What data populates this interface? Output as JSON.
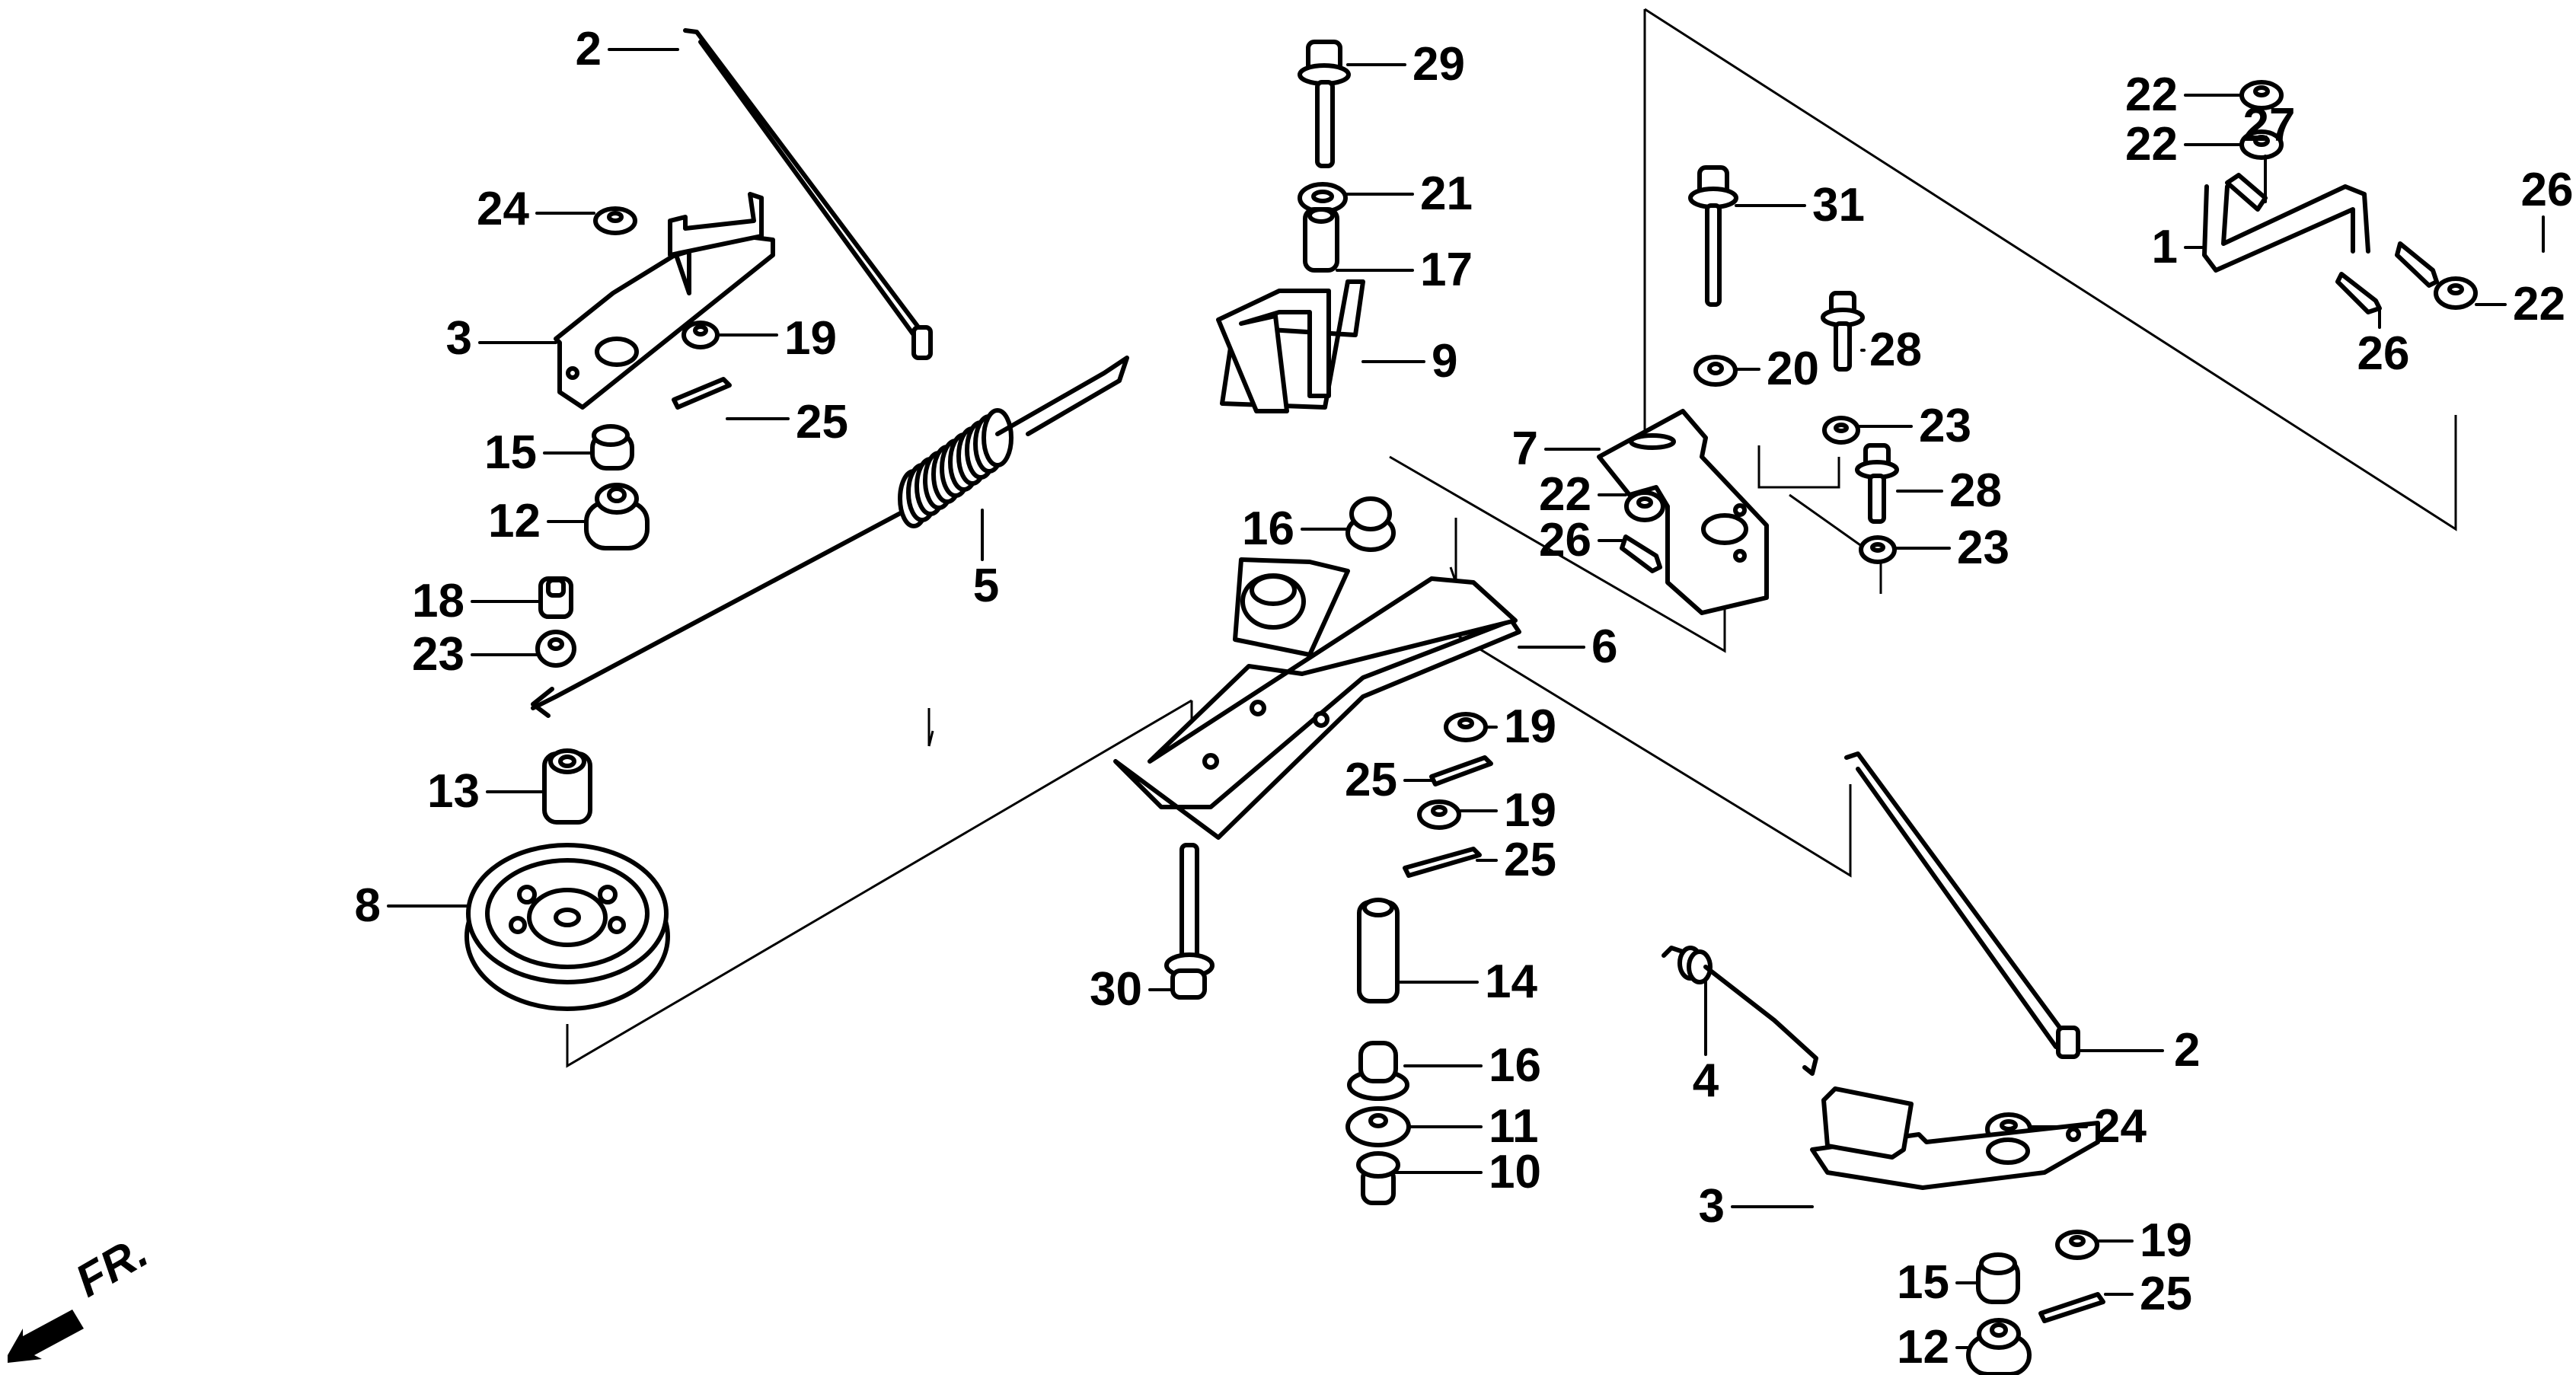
{
  "diagram": {
    "type": "exploded parts diagram",
    "direction_indicator": {
      "label": "FR.",
      "icon": "front-direction-arrow-icon"
    },
    "callouts": [
      {
        "ref": "2",
        "part": "rod (upper left)"
      },
      {
        "ref": "24",
        "part": "washer"
      },
      {
        "ref": "3",
        "part": "bracket (upper left)"
      },
      {
        "ref": "19",
        "part": "washer"
      },
      {
        "ref": "25",
        "part": "cotter pin"
      },
      {
        "ref": "15",
        "part": "collar"
      },
      {
        "ref": "12",
        "part": "bushing"
      },
      {
        "ref": "18",
        "part": "nut"
      },
      {
        "ref": "23",
        "part": "washer"
      },
      {
        "ref": "5",
        "part": "spring (long)"
      },
      {
        "ref": "13",
        "part": "collar"
      },
      {
        "ref": "8",
        "part": "idler pulley"
      },
      {
        "ref": "29",
        "part": "bolt"
      },
      {
        "ref": "21",
        "part": "washer"
      },
      {
        "ref": "17",
        "part": "collar"
      },
      {
        "ref": "9",
        "part": "guide"
      },
      {
        "ref": "16",
        "part": "bushing (upper)"
      },
      {
        "ref": "6",
        "part": "tension arm"
      },
      {
        "ref": "19",
        "part": "washer"
      },
      {
        "ref": "25",
        "part": "cotter pin"
      },
      {
        "ref": "19",
        "part": "washer"
      },
      {
        "ref": "25",
        "part": "cotter pin"
      },
      {
        "ref": "30",
        "part": "bolt (long)"
      },
      {
        "ref": "14",
        "part": "collar (long)"
      },
      {
        "ref": "16",
        "part": "bushing (lower)"
      },
      {
        "ref": "11",
        "part": "washer"
      },
      {
        "ref": "10",
        "part": "nut"
      },
      {
        "ref": "31",
        "part": "bolt"
      },
      {
        "ref": "20",
        "part": "washer"
      },
      {
        "ref": "28",
        "part": "bolt"
      },
      {
        "ref": "23",
        "part": "washer"
      },
      {
        "ref": "28",
        "part": "bolt"
      },
      {
        "ref": "23",
        "part": "washer"
      },
      {
        "ref": "7",
        "part": "plate"
      },
      {
        "ref": "22",
        "part": "washer"
      },
      {
        "ref": "26",
        "part": "pin"
      },
      {
        "ref": "22",
        "part": "washer"
      },
      {
        "ref": "22",
        "part": "washer"
      },
      {
        "ref": "27",
        "part": "clip"
      },
      {
        "ref": "1",
        "part": "crank rod"
      },
      {
        "ref": "26",
        "part": "pin"
      },
      {
        "ref": "26",
        "part": "pin"
      },
      {
        "ref": "22",
        "part": "washer"
      },
      {
        "ref": "4",
        "part": "spring (short)"
      },
      {
        "ref": "2",
        "part": "rod (lower right)"
      },
      {
        "ref": "24",
        "part": "washer"
      },
      {
        "ref": "3",
        "part": "bracket (lower right)"
      },
      {
        "ref": "19",
        "part": "washer"
      },
      {
        "ref": "15",
        "part": "collar"
      },
      {
        "ref": "25",
        "part": "cotter pin"
      },
      {
        "ref": "12",
        "part": "bushing"
      }
    ]
  }
}
